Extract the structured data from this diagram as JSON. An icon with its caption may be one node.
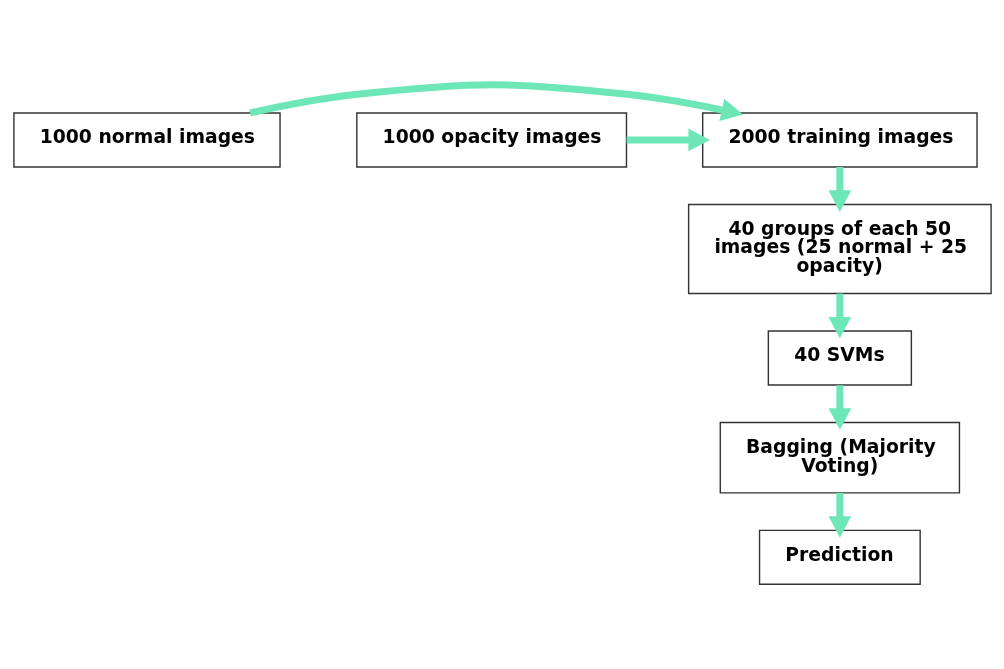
{
  "diagram": {
    "nodes": [
      {
        "text": [
          "1000 normal images"
        ]
      },
      {
        "text": [
          "2000 training images"
        ]
      },
      {
        "text": [
          "1000 opacity images"
        ]
      },
      {
        "text": [
          "40 groups of each 50 images (25 normal + 25 opacity)"
        ]
      },
      {
        "text": [
          "40 SVMs"
        ]
      },
      {
        "text": [
          "Bagging (Majority Voting)"
        ]
      },
      {
        "text": [
          "Prediction"
        ]
      }
    ],
    "edges": [
      {
        "from": 0,
        "to": 1,
        "arrow": "to"
      },
      {
        "from": 2,
        "to": 1,
        "arrow": "to"
      },
      {
        "from": 1,
        "to": 3,
        "arrow": "to"
      },
      {
        "from": 3,
        "to": 4,
        "arrow": "to"
      },
      {
        "from": 4,
        "to": 5,
        "arrow": "to"
      },
      {
        "from": 5,
        "to": 6,
        "arrow": "to"
      }
    ]
  }
}
